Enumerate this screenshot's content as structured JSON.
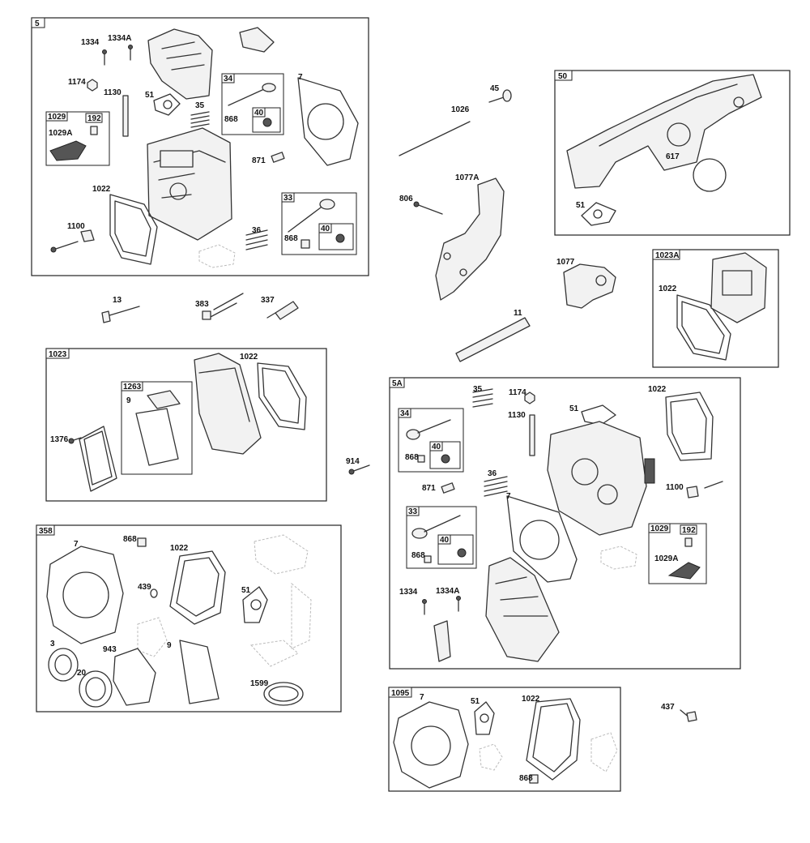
{
  "boxes": {
    "box5": "5",
    "box34a": "34",
    "box40a": "40",
    "box1029a": "1029",
    "box192a": "192",
    "box33a": "33",
    "box40b": "40",
    "box50": "50",
    "box1023A": "1023A",
    "box1023": "1023",
    "box1263": "1263",
    "box5A": "5A",
    "box34b": "34",
    "box40c": "40",
    "box33b": "33",
    "box40d": "40",
    "box1029b": "1029",
    "box192b": "192",
    "box358": "358",
    "box1095": "1095"
  },
  "labels": {
    "l1334a": "1334",
    "l1334Aa": "1334A",
    "l1174a": "1174",
    "l1130a": "1130",
    "l51a": "51",
    "l35a": "35",
    "l868a": "868",
    "l7a": "7",
    "l1029Aa": "1029A",
    "l871a": "871",
    "l1022a": "1022",
    "l1100a": "1100",
    "l36a": "36",
    "l868b": "868",
    "l13": "13",
    "l383": "383",
    "l337": "337",
    "l45": "45",
    "l1026": "1026",
    "l1077A": "1077A",
    "l806": "806",
    "l617": "617",
    "l51b": "51",
    "l1077": "1077",
    "l1022b": "1022",
    "l11": "11",
    "l1022c": "1022",
    "l9a": "9",
    "l1376": "1376",
    "l914": "914",
    "l35b": "35",
    "l1174b": "1174",
    "l51c": "51",
    "l1022d": "1022",
    "l1130b": "1130",
    "l868c": "868",
    "l871b": "871",
    "l36b": "36",
    "l7b": "7",
    "l1100b": "1100",
    "l868d": "868",
    "l1029Ab": "1029A",
    "l1334b": "1334",
    "l1334Ab": "1334A",
    "l7c": "7",
    "l868e": "868",
    "l1022e": "1022",
    "l439": "439",
    "l51d": "51",
    "l3": "3",
    "l943": "943",
    "l9b": "9",
    "l20": "20",
    "l1599": "1599",
    "l7d": "7",
    "l51e": "51",
    "l1022f": "1022",
    "l868f": "868",
    "l437": "437"
  }
}
